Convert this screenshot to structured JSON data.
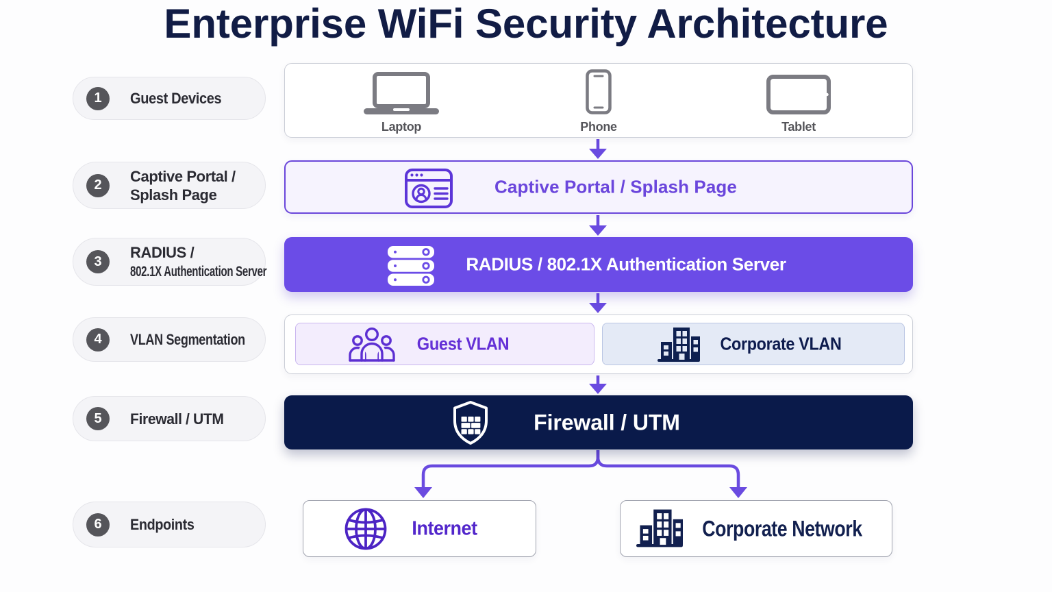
{
  "title": "Enterprise WiFi Security Architecture",
  "colors": {
    "background": "#fdfdfe",
    "title_navy": "#111c45",
    "accent_purple": "#6a4be0",
    "radius_fill": "#6b4ce7",
    "firewall_navy": "#0a1a4a",
    "step_pill_fill": "#f4f4f7",
    "step_badge_gray": "#55555a",
    "captive_fill": "#f6f3fe",
    "guest_vlan_fill": "#f3edfd",
    "corporate_vlan_fill": "#e4eaf6",
    "device_gray": "#7b7b82"
  },
  "steps": [
    {
      "num": "1",
      "lines": [
        "Guest Devices"
      ]
    },
    {
      "num": "2",
      "lines": [
        "Captive Portal /",
        "Splash Page"
      ]
    },
    {
      "num": "3",
      "lines": [
        "RADIUS /",
        "802.1X Authentication Server"
      ]
    },
    {
      "num": "4",
      "lines": [
        "VLAN Segmentation"
      ]
    },
    {
      "num": "5",
      "lines": [
        "Firewall / UTM"
      ]
    },
    {
      "num": "6",
      "lines": [
        "Endpoints"
      ]
    }
  ],
  "flow": {
    "devices": {
      "items": [
        {
          "icon": "laptop-icon",
          "label": "Laptop"
        },
        {
          "icon": "phone-icon",
          "label": "Phone"
        },
        {
          "icon": "tablet-icon",
          "label": "Tablet"
        }
      ]
    },
    "captive_portal": {
      "icon": "browser-id-icon",
      "label": "Captive Portal / Splash Page"
    },
    "radius_server": {
      "icon": "server-stack-icon",
      "label": "RADIUS / 802.1X Authentication Server"
    },
    "vlans": {
      "guest": {
        "icon": "people-icon",
        "label": "Guest VLAN"
      },
      "corporate": {
        "icon": "building-icon",
        "label": "Corporate VLAN"
      }
    },
    "firewall": {
      "icon": "shield-brick-icon",
      "label": "Firewall / UTM"
    },
    "endpoints": {
      "internet": {
        "icon": "globe-icon",
        "label": "Internet"
      },
      "corporate_network": {
        "icon": "building-icon",
        "label": "Corporate Network"
      }
    }
  }
}
